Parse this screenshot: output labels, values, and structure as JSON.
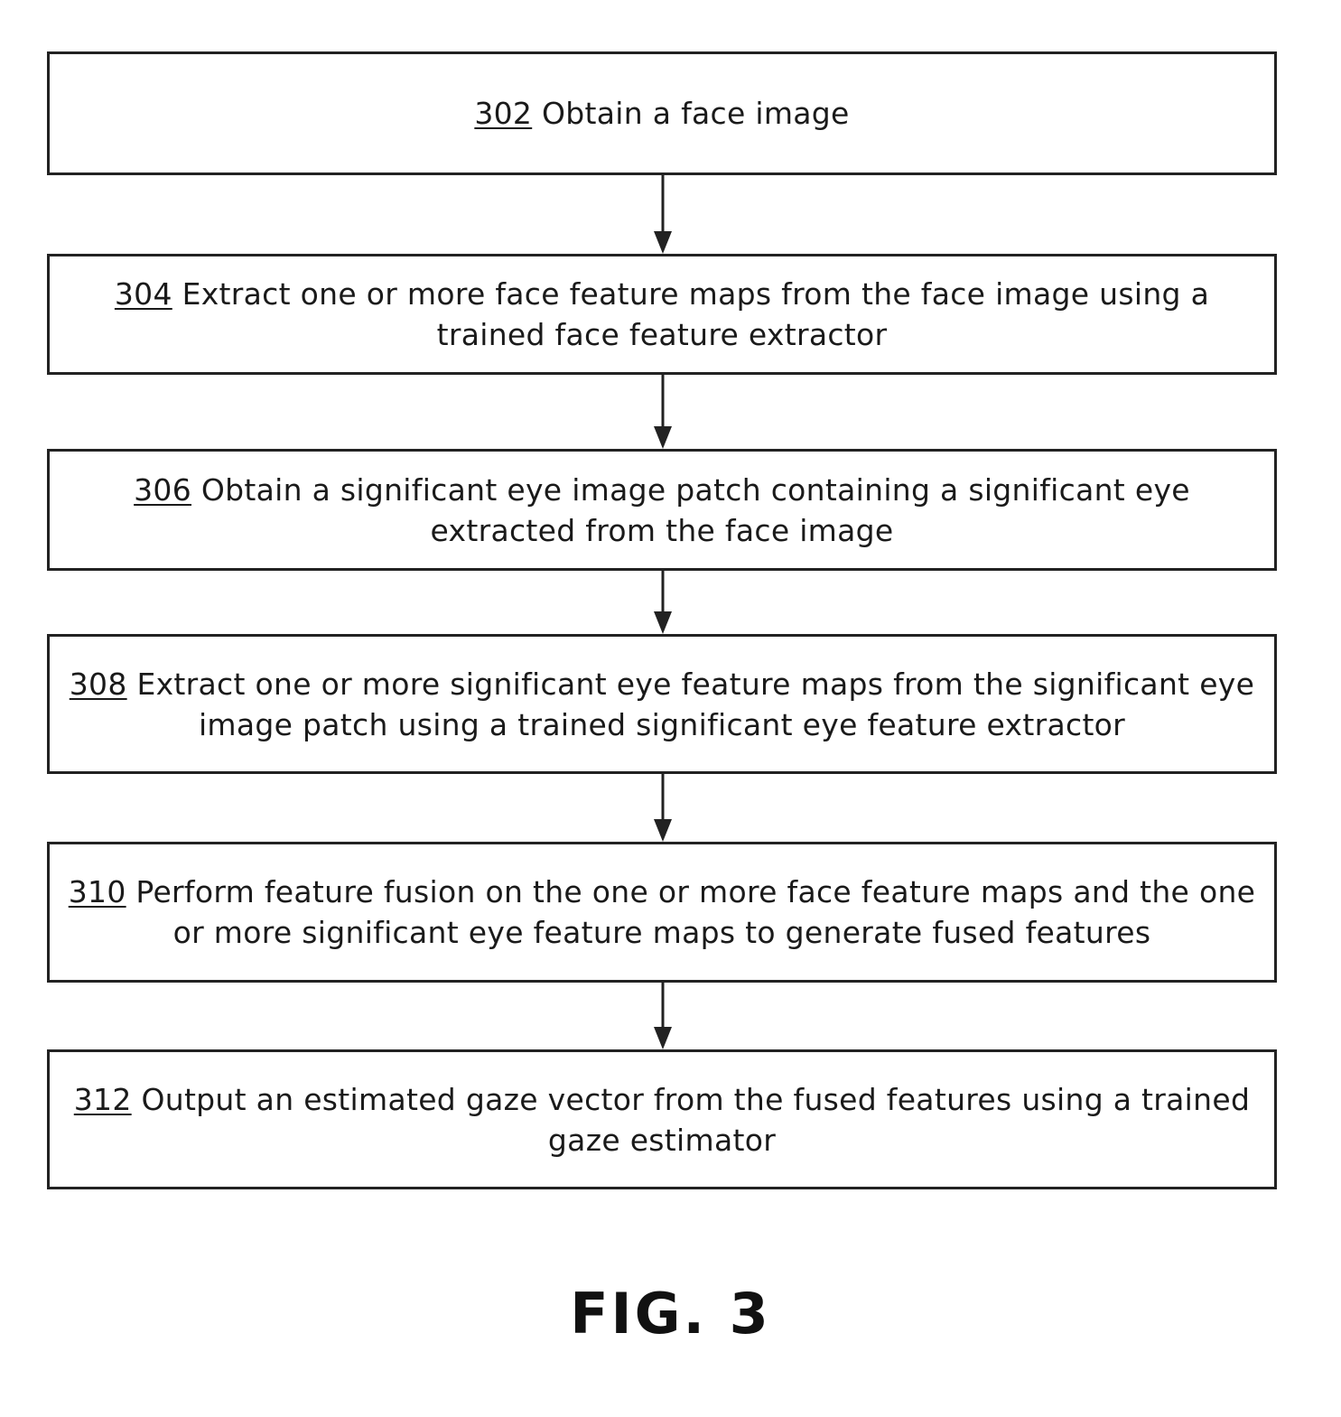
{
  "steps": [
    {
      "ref": "302",
      "text": "Obtain a face image"
    },
    {
      "ref": "304",
      "text": "Extract one or more face feature maps from the face image using a trained face feature extractor"
    },
    {
      "ref": "306",
      "text": "Obtain a significant eye image patch containing a significant eye extracted from the face image"
    },
    {
      "ref": "308",
      "text": "Extract one or more significant eye feature maps from the significant eye image patch using a trained significant eye feature extractor"
    },
    {
      "ref": "310",
      "text": "Perform feature fusion on the one or more face feature maps and the one or more significant eye feature maps to generate fused features"
    },
    {
      "ref": "312",
      "text": "Output an estimated gaze vector from the fused features using a trained gaze estimator"
    }
  ],
  "figure_label": "FIG. 3"
}
